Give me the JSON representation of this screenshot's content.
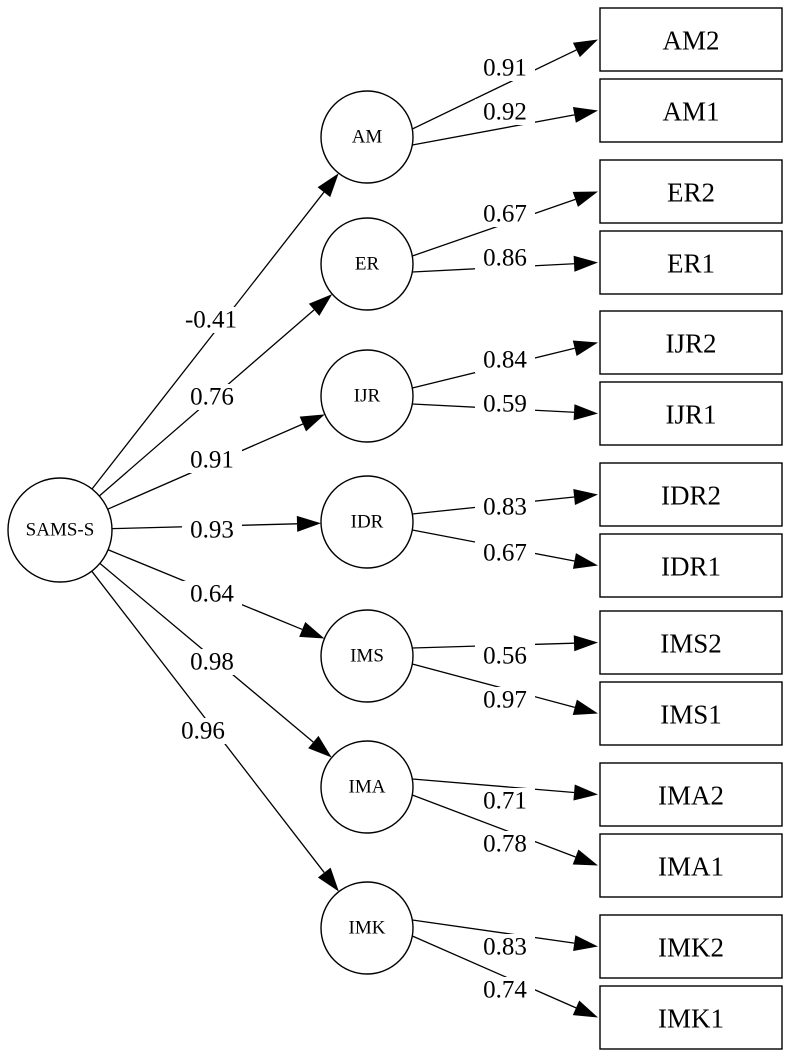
{
  "root": {
    "id": "SAMS-S",
    "label": "SAMS-S"
  },
  "factors": [
    {
      "id": "AM",
      "label": "AM",
      "loading": "-0.41",
      "indicators": [
        {
          "label": "AM2",
          "loading": "0.91"
        },
        {
          "label": "AM1",
          "loading": "0.92"
        }
      ]
    },
    {
      "id": "ER",
      "label": "ER",
      "loading": "0.76",
      "indicators": [
        {
          "label": "ER2",
          "loading": "0.67"
        },
        {
          "label": "ER1",
          "loading": "0.86"
        }
      ]
    },
    {
      "id": "IJR",
      "label": "IJR",
      "loading": "0.91",
      "indicators": [
        {
          "label": "IJR2",
          "loading": "0.84"
        },
        {
          "label": "IJR1",
          "loading": "0.59"
        }
      ]
    },
    {
      "id": "IDR",
      "label": "IDR",
      "loading": "0.93",
      "indicators": [
        {
          "label": "IDR2",
          "loading": "0.83"
        },
        {
          "label": "IDR1",
          "loading": "0.67"
        }
      ]
    },
    {
      "id": "IMS",
      "label": "IMS",
      "loading": "0.64",
      "indicators": [
        {
          "label": "IMS2",
          "loading": "0.56"
        },
        {
          "label": "IMS1",
          "loading": "0.97"
        }
      ]
    },
    {
      "id": "IMA",
      "label": "IMA",
      "loading": "0.98",
      "indicators": [
        {
          "label": "IMA2",
          "loading": "0.71"
        },
        {
          "label": "IMA1",
          "loading": "0.78"
        }
      ]
    },
    {
      "id": "IMK",
      "label": "IMK",
      "loading": "0.96",
      "indicators": [
        {
          "label": "IMK2",
          "loading": "0.83"
        },
        {
          "label": "IMK1",
          "loading": "0.74"
        }
      ]
    }
  ]
}
